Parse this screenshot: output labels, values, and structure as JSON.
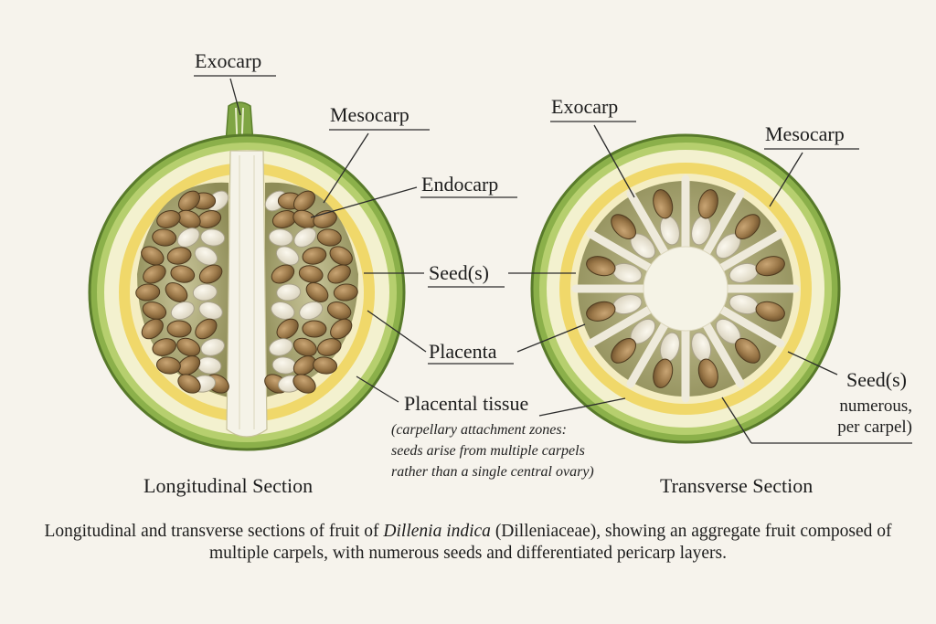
{
  "longitudinal": {
    "title": "Longitudinal Section",
    "labels": {
      "exocarp": "Exocarp",
      "mesocarp": "Mesocarp",
      "endocarp": "Endocarp",
      "seeds": "Seed(s)",
      "placenta": "Placenta",
      "placental_tissue": "Placental tissue",
      "placental_note": [
        "(carpellary attachment zones:",
        "seeds arise from multiple carpels",
        "rather than a single central ovary)"
      ]
    }
  },
  "transverse": {
    "title": "Transverse Section",
    "labels": {
      "exocarp": "Exocarp",
      "mesocarp": "Mesocarp",
      "seeds": "Seed(s)",
      "seeds_note": [
        "numerous,",
        "per carpel)"
      ]
    }
  },
  "caption": {
    "before": "Longitudinal and transverse sections of fruit of ",
    "species": "Dillenia indica",
    "after": " (Dilleniaceae), showing an aggregate fruit composed of multiple carpels, with numerous seeds and differentiated pericarp layers."
  },
  "colors": {
    "exocarp_green": "#8bb04a",
    "mesocarp_yellow": "#f0d86a",
    "flesh_pale": "#f3f1cf",
    "seed_brown": "#8a6a3f",
    "seed_pale": "#e9e4d6",
    "background": "#f6f3ec"
  }
}
